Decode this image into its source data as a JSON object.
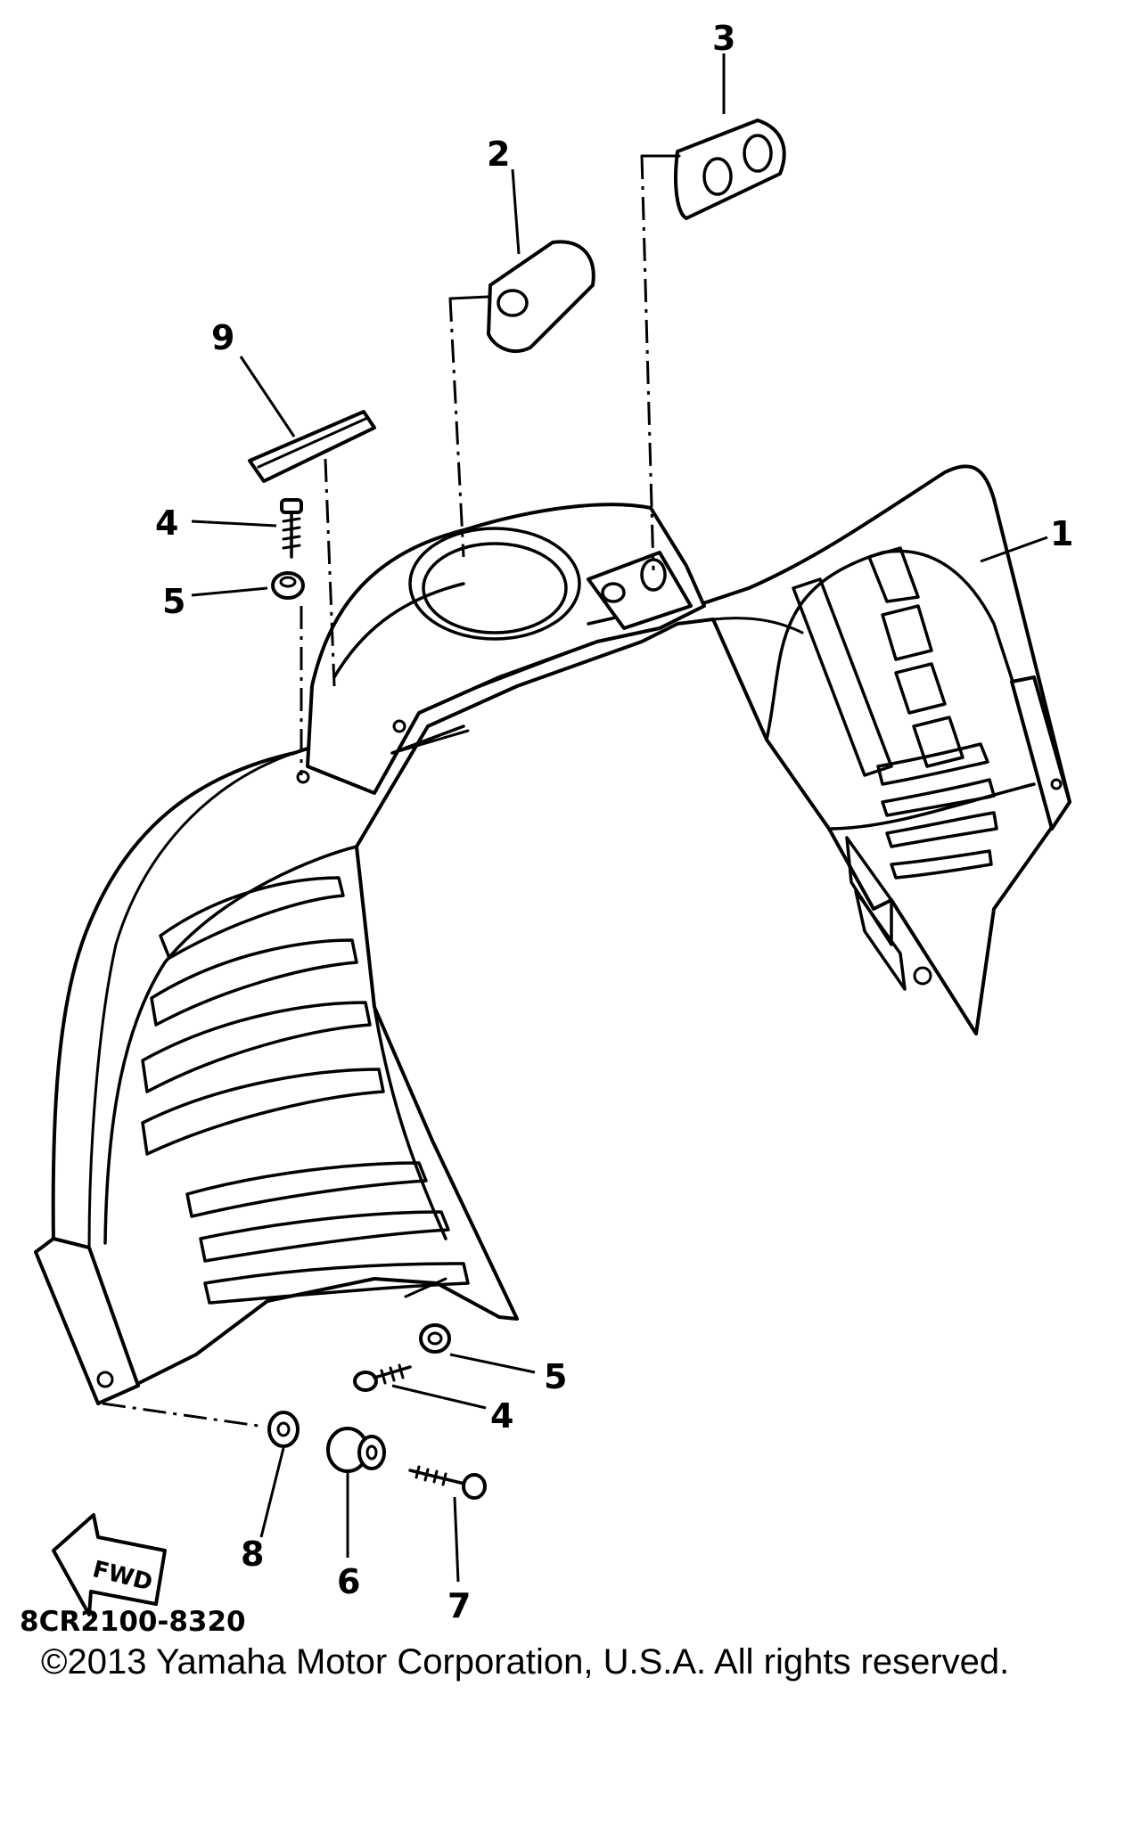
{
  "diagram": {
    "code": "8CR2100-8320",
    "direction_label": "FWD",
    "callouts": [
      {
        "id": "c1",
        "label": "1"
      },
      {
        "id": "c2",
        "label": "2"
      },
      {
        "id": "c3",
        "label": "3"
      },
      {
        "id": "c4a",
        "label": "4"
      },
      {
        "id": "c4b",
        "label": "4"
      },
      {
        "id": "c5a",
        "label": "5"
      },
      {
        "id": "c5b",
        "label": "5"
      },
      {
        "id": "c6",
        "label": "6"
      },
      {
        "id": "c7",
        "label": "7"
      },
      {
        "id": "c8",
        "label": "8"
      },
      {
        "id": "c9",
        "label": "9"
      }
    ]
  },
  "copyright": "©2013 Yamaha Motor Corporation, U.S.A. All rights reserved."
}
